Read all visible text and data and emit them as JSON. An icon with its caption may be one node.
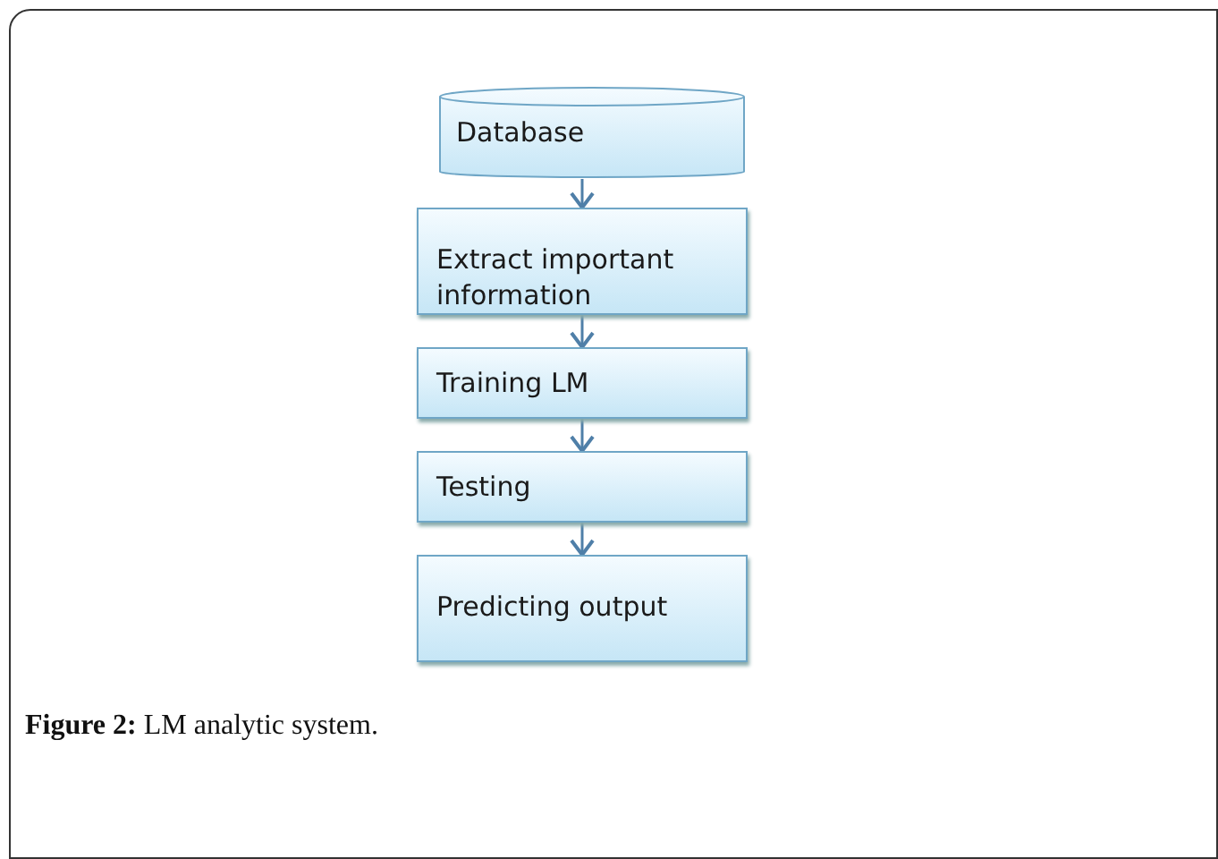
{
  "diagram": {
    "caption": "**Figure 2:** LM analytic system.",
    "nodes": [
      {
        "text": [
          "Database"
        ]
      },
      {
        "text": [
          "Extract important information"
        ]
      },
      {
        "text": [
          "Training LM"
        ]
      },
      {
        "text": [
          "Testing"
        ]
      },
      {
        "text": [
          "Predicting output"
        ]
      }
    ],
    "edges": [
      {
        "from": 0,
        "to": 1,
        "arrow": "to"
      },
      {
        "from": 1,
        "to": 2,
        "arrow": "to"
      },
      {
        "from": 2,
        "to": 3,
        "arrow": "to"
      },
      {
        "from": 3,
        "to": 4,
        "arrow": "to"
      }
    ]
  }
}
